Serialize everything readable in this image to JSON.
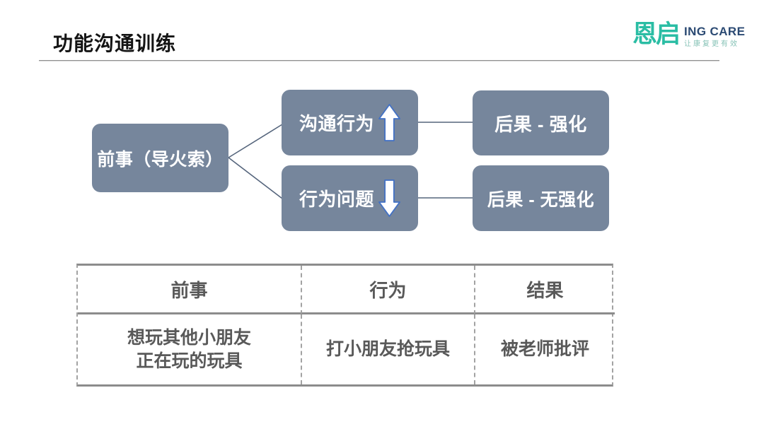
{
  "title": "功能沟通训练",
  "logo": {
    "mark": "恩启",
    "name": "ING CARE",
    "tagline": "让康复更有效",
    "mark_color": "#2abda4",
    "name_color": "#2b4a73"
  },
  "diagram": {
    "antecedent": "前事（导火索）",
    "communication_behavior": "沟通行为",
    "behavior_problem": "行为问题",
    "consequence_reinforced": "后果 - 强化",
    "consequence_not_reinforced": "后果 - 无强化",
    "up_arrow_meaning": "increase",
    "down_arrow_meaning": "decrease",
    "box_color": "#76869c",
    "arrow_outline_color": "#4472c4",
    "connector_color": "#55657c"
  },
  "table": {
    "headers": [
      "前事",
      "行为",
      "结果"
    ],
    "row": {
      "antecedent_line1": "想玩其他小朋友",
      "antecedent_line2": "正在玩的玩具",
      "behavior": "打小朋友抢玩具",
      "result": "被老师批评"
    },
    "text_color": "#595959"
  }
}
